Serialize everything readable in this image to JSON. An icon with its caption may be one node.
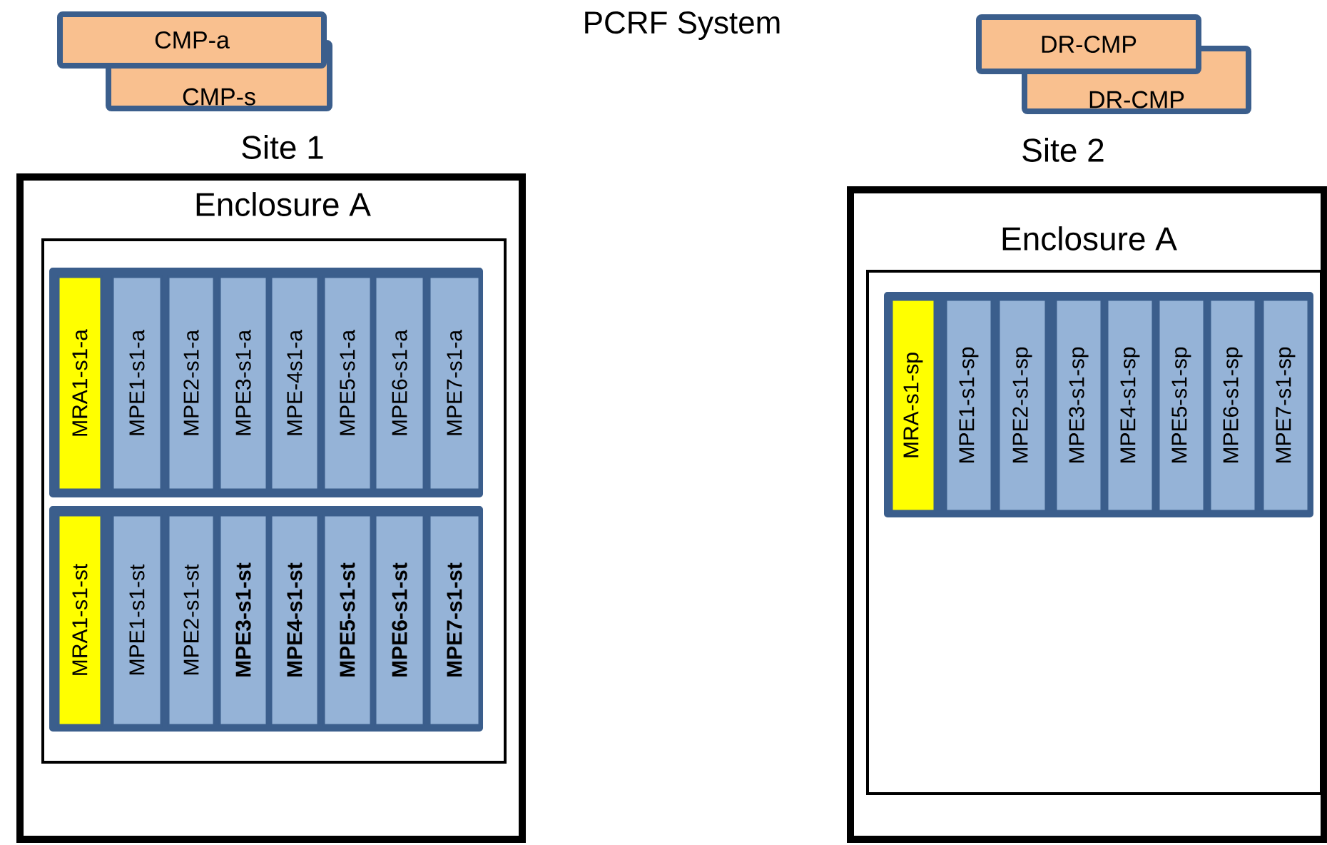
{
  "diagram": {
    "title": "PCRF System",
    "nodes": [
      {
        "text": [
          "CMP-a"
        ]
      },
      {
        "text": [
          "CMP-s"
        ]
      },
      {
        "text": [
          "DR-CMP"
        ]
      },
      {
        "text": [
          "DR-CMP"
        ]
      },
      {
        "text": [
          "Site 1"
        ]
      },
      {
        "text": [
          "Enclosure A"
        ],
        "in": 4
      },
      {
        "text": [],
        "shape": "box",
        "in": 5
      },
      {
        "text": [
          "MRA1-s1-a"
        ],
        "in": 6
      },
      {
        "text": [
          "MPE1-s1-a"
        ],
        "in": 6
      },
      {
        "text": [
          "MPE2-s1-a"
        ],
        "in": 6
      },
      {
        "text": [
          "MPE3-s1-a"
        ],
        "in": 6
      },
      {
        "text": [
          "MPE-4s1-a"
        ],
        "in": 6
      },
      {
        "text": [
          "MPE5-s1-a"
        ],
        "in": 6
      },
      {
        "text": [
          "MPE6-s1-a"
        ],
        "in": 6
      },
      {
        "text": [
          "MPE7-s1-a"
        ],
        "in": 6
      },
      {
        "text": [],
        "shape": "box",
        "in": 5
      },
      {
        "text": [
          "MRA1-s1-st"
        ],
        "in": 15
      },
      {
        "text": [
          "MPE1-s1-st"
        ],
        "in": 15
      },
      {
        "text": [
          "MPE2-s1-st"
        ],
        "in": 15
      },
      {
        "text": [
          "MPE3-s1-st"
        ],
        "in": 15
      },
      {
        "text": [
          "MPE4-s1-st"
        ],
        "in": 15
      },
      {
        "text": [
          "MPE5-s1-st"
        ],
        "in": 15
      },
      {
        "text": [
          "MPE6-s1-st"
        ],
        "in": 15
      },
      {
        "text": [
          "MPE7-s1-st"
        ],
        "in": 15
      },
      {
        "text": [
          "Site 2"
        ]
      },
      {
        "text": [
          "Enclosure A"
        ],
        "in": 24
      },
      {
        "text": [],
        "shape": "box",
        "in": 25
      },
      {
        "text": [
          "MRA-s1-sp"
        ],
        "in": 26
      },
      {
        "text": [
          "MPE1-s1-sp"
        ],
        "in": 26
      },
      {
        "text": [
          "MPE2-s1-sp"
        ],
        "in": 26
      },
      {
        "text": [
          "MPE3-s1-sp"
        ],
        "in": 26
      },
      {
        "text": [
          "MPE4-s1-sp"
        ],
        "in": 26
      },
      {
        "text": [
          "MPE5-s1-sp"
        ],
        "in": 26
      },
      {
        "text": [
          "MPE6-s1-sp"
        ],
        "in": 26
      },
      {
        "text": [
          "MPE7-s1-sp"
        ],
        "in": 26
      }
    ],
    "edges": []
  }
}
